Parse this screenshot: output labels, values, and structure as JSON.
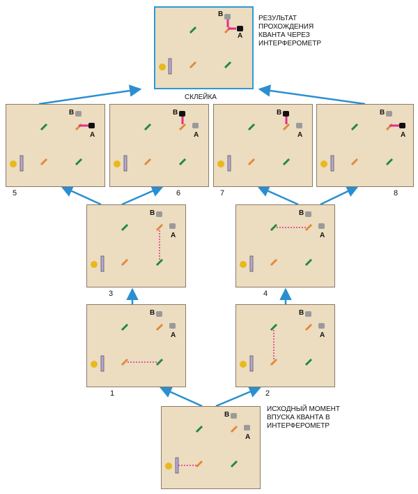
{
  "labels": {
    "result": "РЕЗУЛЬТАТ ПРОХОЖДЕНИЯ КВАНТА ЧЕРЕЗ ИНТЕРФЕРОМЕТР",
    "merge": "СКЛЕЙКА",
    "initial": "ИСХОДНЫЙ МОМЕНТ ВПУСКА КВАНТА В ИНТЕРФЕРОМЕТР",
    "detector_a": "A",
    "detector_b": "B"
  },
  "panel_numbers": [
    "1",
    "2",
    "3",
    "4",
    "5",
    "6",
    "7",
    "8"
  ],
  "colors": {
    "panel_bg": "#ecdcc0",
    "panel_border": "#8a7a66",
    "result_border": "#2a9ad8",
    "arrow": "#2a8fd0",
    "mirror_green": "#1f8a3a",
    "splitter_orange": "#e08a3a",
    "beam_path": "#e0308c",
    "detector_on": "#111111",
    "detector_off": "#9a9a9a"
  }
}
